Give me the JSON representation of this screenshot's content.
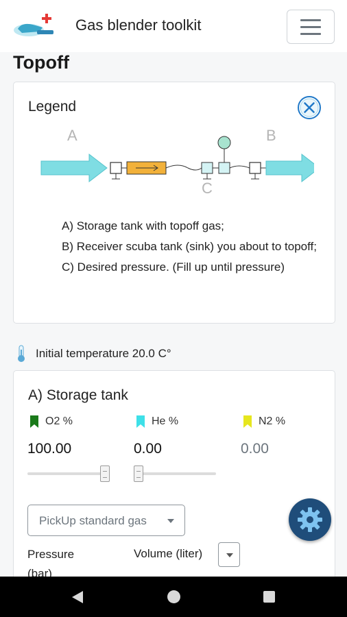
{
  "header": {
    "app_title": "Gas blender toolkit",
    "menu_icon": "hamburger-menu-icon",
    "logo_icon": "scuba-tank-plus-logo"
  },
  "page": {
    "title": "Topoff"
  },
  "legend": {
    "title": "Legend",
    "close_icon": "close-circle-icon",
    "diagram_labels": {
      "a": "A",
      "b": "B",
      "c": "C"
    },
    "items": [
      "A) Storage tank with topoff gas;",
      "B) Receiver scuba tank (sink) you about to topoff;",
      "C) Desired pressure. (Fill up until pressure)"
    ]
  },
  "temperature": {
    "icon": "thermometer-icon",
    "text": "Initial temperature 20.0 C°"
  },
  "storage_tank": {
    "title": "A) Storage tank",
    "gases": [
      {
        "label": "O2 %",
        "value": "100.00",
        "color": "#1a7a1a",
        "slider_level": 1.0
      },
      {
        "label": "He %",
        "value": "0.00",
        "color": "#3ee0e8",
        "slider_level": 0.0
      },
      {
        "label": "N2 %",
        "value": "0.00",
        "color": "#e6e61e"
      }
    ],
    "pickup_button": "PickUp standard gas",
    "pressure_label": "Pressure (bar)",
    "volume_label": "Volume (liter)"
  },
  "fab": {
    "icon": "gear-icon"
  },
  "colors": {
    "accent_blue": "#1f4d7a",
    "arrow_cyan": "#7fdde3",
    "valve_orange": "#f2b13a",
    "close_blue": "#1f78c8"
  }
}
